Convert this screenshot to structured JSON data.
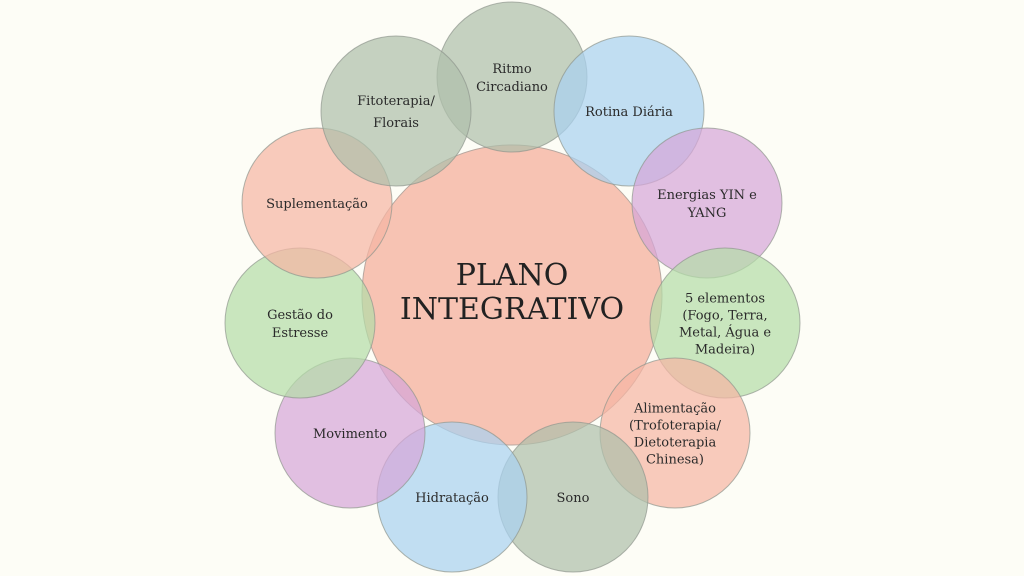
{
  "center": {
    "lines": [
      "PLANO",
      "INTEGRATIVO"
    ],
    "color": "#f7c3b3"
  },
  "nodes": [
    {
      "id": "ritmo-circadiano",
      "lines": [
        "Ritmo",
        "Circadiano"
      ],
      "color": "#aebfab"
    },
    {
      "id": "rotina-diaria",
      "lines": [
        "Rotina Diária"
      ],
      "color": "#a9d1f0"
    },
    {
      "id": "energias-yin-yang",
      "lines": [
        "Energias YIN e",
        "YANG"
      ],
      "color": "#d6a6d8"
    },
    {
      "id": "5-elementos",
      "lines": [
        "5 elementos",
        "(Fogo, Terra,",
        "Metal, Água e",
        "Madeira)"
      ],
      "color": "#b4dca8"
    },
    {
      "id": "alimentacao",
      "lines": [
        "Alimentação",
        "(Trofoterapia/",
        "Dietoterapia",
        "Chinesa)"
      ],
      "color": "#f5b5a3"
    },
    {
      "id": "sono",
      "lines": [
        "Sono"
      ],
      "color": "#aebfab"
    },
    {
      "id": "hidratacao",
      "lines": [
        "Hidratação"
      ],
      "color": "#a9d1f0"
    },
    {
      "id": "movimento",
      "lines": [
        "Movimento"
      ],
      "color": "#d6a6d8"
    },
    {
      "id": "gestao-do-estresse",
      "lines": [
        "Gestão do",
        "Estresse"
      ],
      "color": "#b4dca8"
    },
    {
      "id": "suplementacao",
      "lines": [
        "Suplementação"
      ],
      "color": "#f5b5a3"
    },
    {
      "id": "fitoterapia-florais",
      "lines": [
        "Fitoterapia/",
        "Florais"
      ],
      "color": "#aebfab"
    }
  ]
}
